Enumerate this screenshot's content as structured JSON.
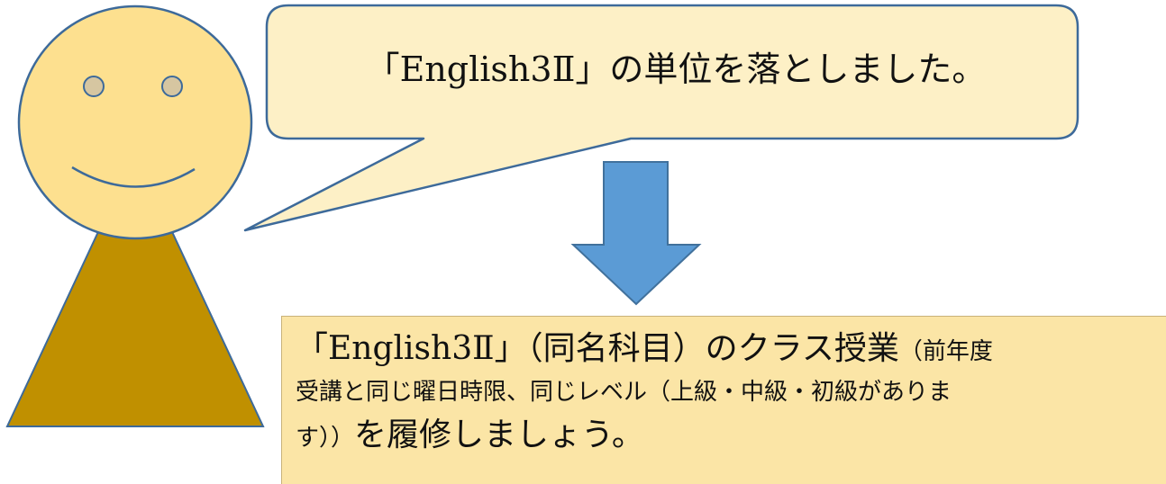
{
  "speech_bubble": {
    "prefix": "「",
    "latin": "English3Ⅱ",
    "suffix": "」の単位を落としました。"
  },
  "advice": {
    "line1": {
      "prefix": "「",
      "latin": "English3Ⅱ",
      "suffix": "」（同名科目）のクラス授業",
      "small_tail": "（前年度"
    },
    "line2": "受講と同じ曜日時限、同じレベル（上級・中級・初級がありま",
    "line3": {
      "small_head": "す））",
      "tail": "を履修しましょう。"
    }
  },
  "colors": {
    "face": "#fde08f",
    "body": "#c09000",
    "bubble_fill": "#fdf0c6",
    "bubble_stroke": "#3d6a9a",
    "arrow_fill": "#5b9bd5",
    "arrow_stroke": "#41719c",
    "advice_fill": "#fbe5a6",
    "eye_fill": "#d6c6a1"
  },
  "icons": [
    "person-figure-icon",
    "speech-bubble-icon",
    "down-arrow-icon"
  ]
}
